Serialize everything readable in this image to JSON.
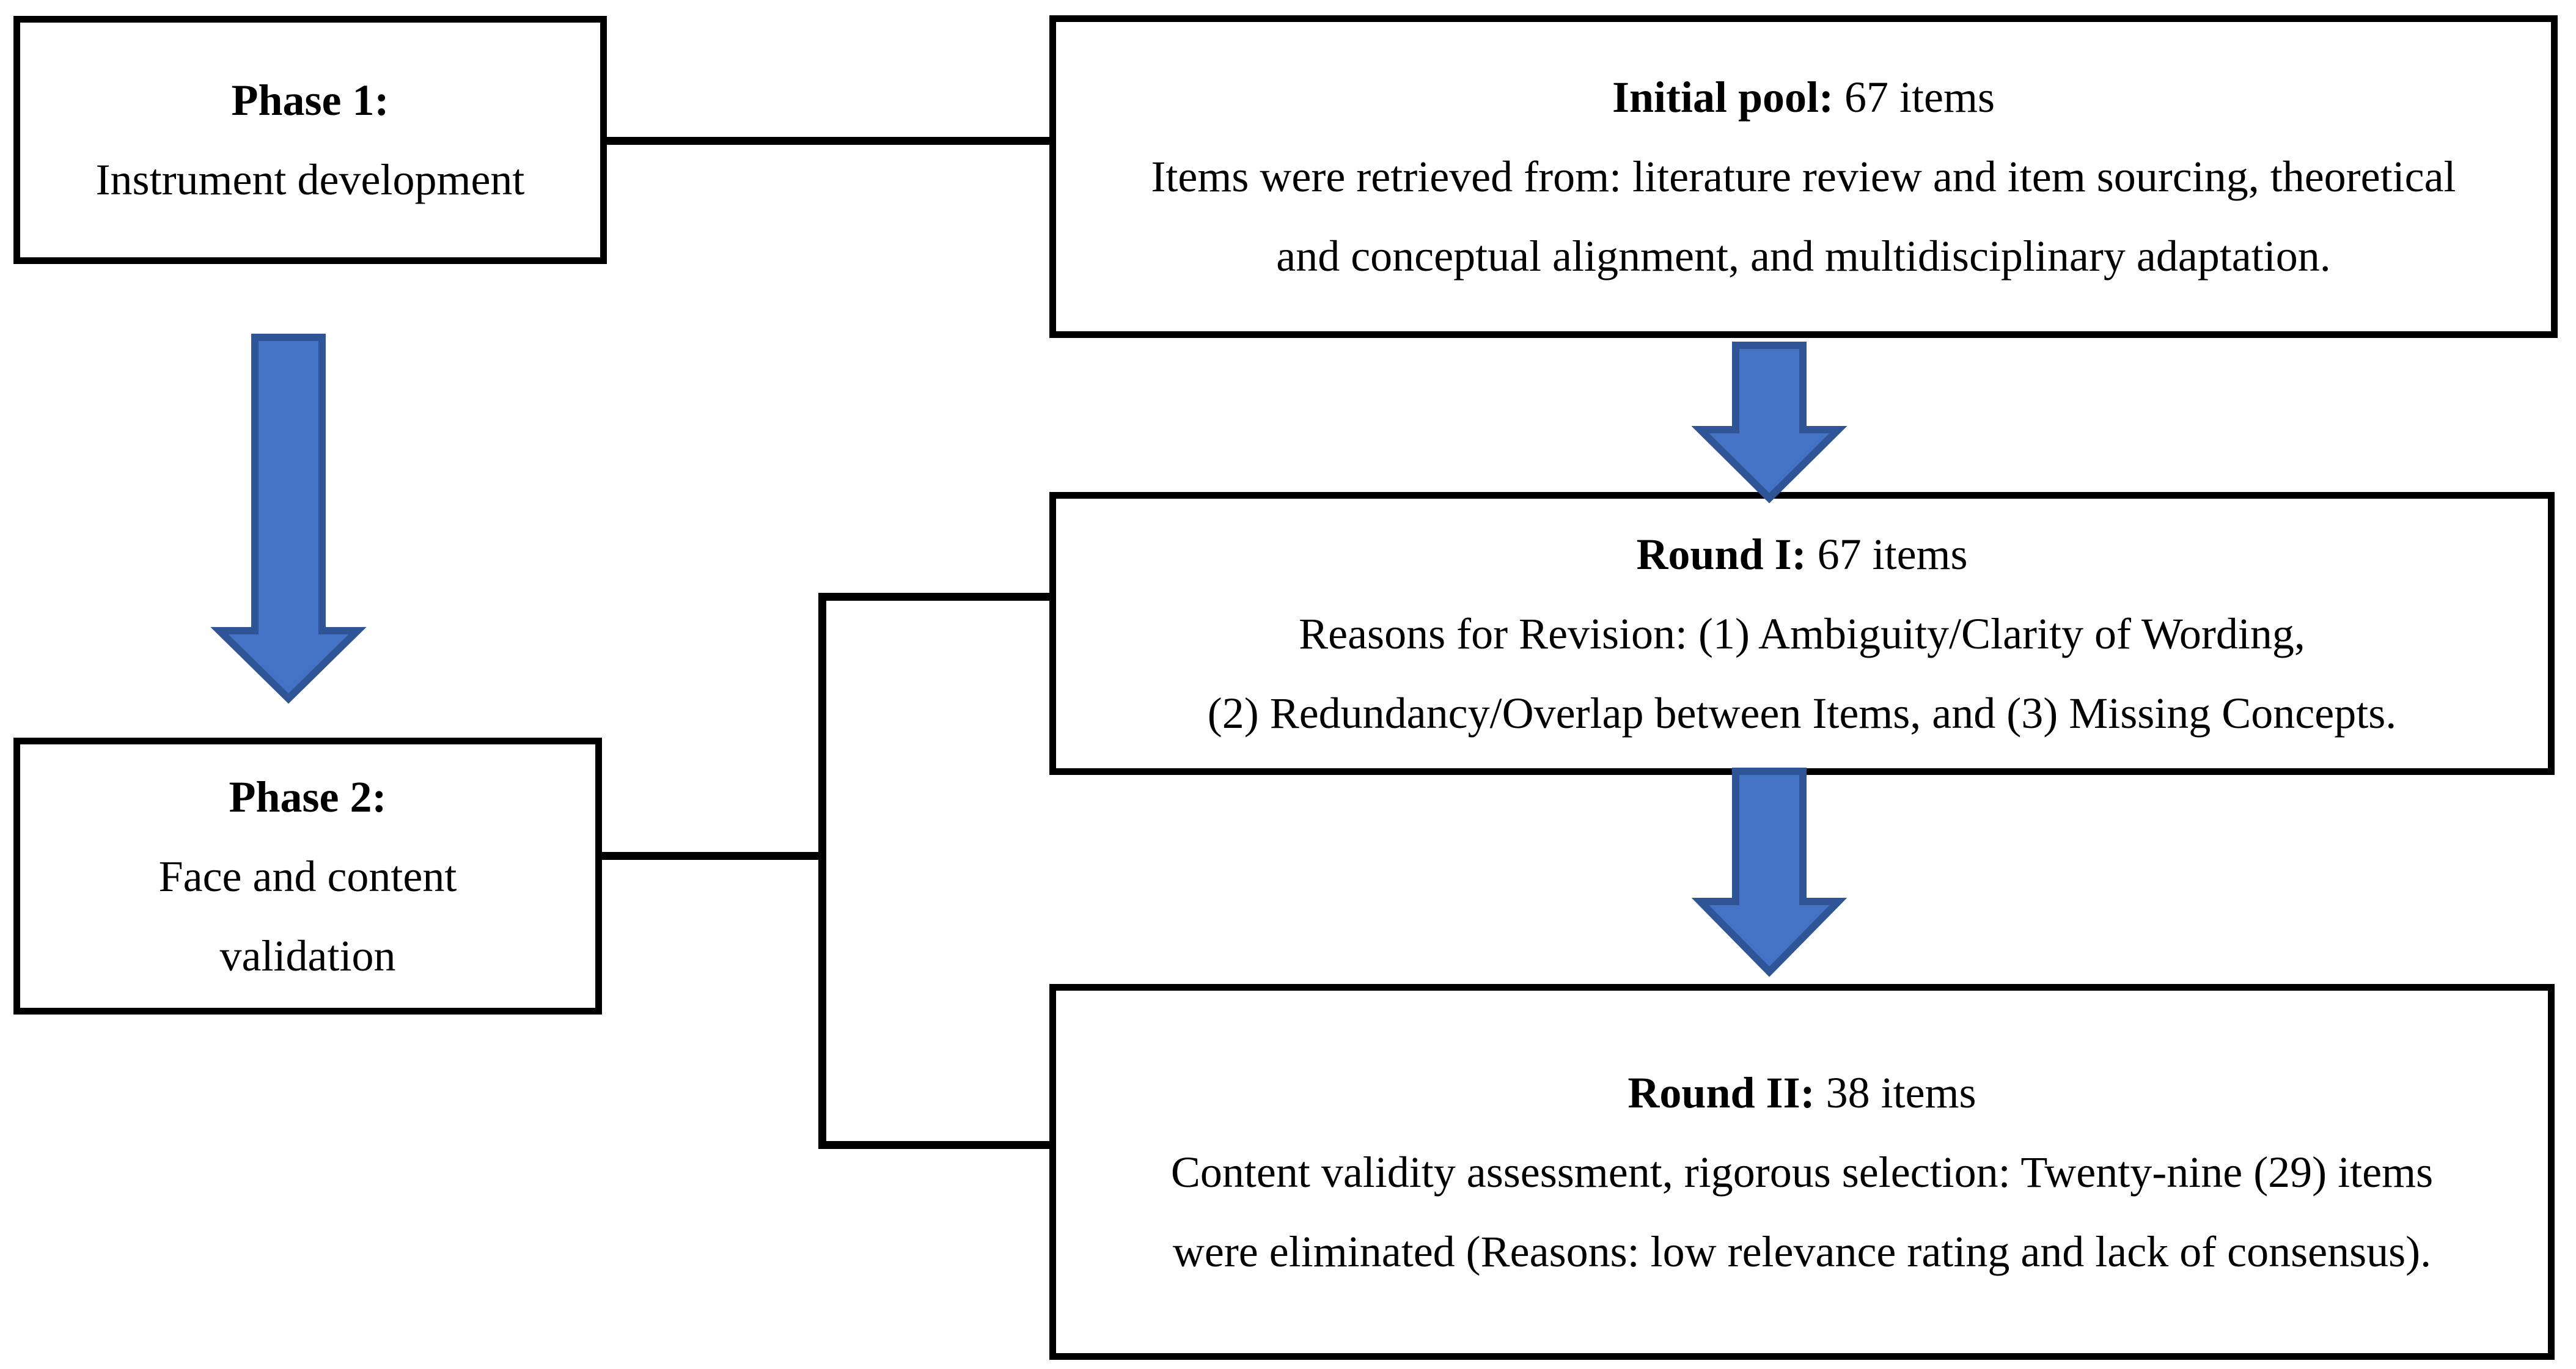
{
  "figure": {
    "description": "Two-phase instrument development and validation flowchart"
  },
  "colors": {
    "background": "#FFFFFF",
    "text": "#000000",
    "box_border": "#000000",
    "connector_line": "#000000",
    "arrow_fill": "#4472C4",
    "arrow_stroke": "#2F5597"
  },
  "diagram": {
    "phase1": {
      "title": "Phase 1:",
      "body": [
        "Instrument development"
      ]
    },
    "phase2": {
      "title": "Phase 2:",
      "body": [
        "Face and content",
        "validation"
      ]
    },
    "initial_pool": {
      "heading_bold": "Initial pool:",
      "heading_rest": " 67 items",
      "body": [
        "Items were retrieved from: literature review and item sourcing, theoretical",
        "and conceptual alignment, and multidisciplinary adaptation."
      ]
    },
    "round1": {
      "heading_bold": "Round I:",
      "heading_rest": " 67 items",
      "body": [
        "Reasons for Revision: (1) Ambiguity/Clarity of Wording,",
        "(2) Redundancy/Overlap between Items, and (3) Missing Concepts."
      ]
    },
    "round2": {
      "heading_bold": "Round II:",
      "heading_rest": " 38 items",
      "body": [
        "Content validity assessment, rigorous selection: Twenty-nine (29) items",
        "were eliminated (Reasons: low relevance rating and lack of consensus)."
      ]
    }
  }
}
